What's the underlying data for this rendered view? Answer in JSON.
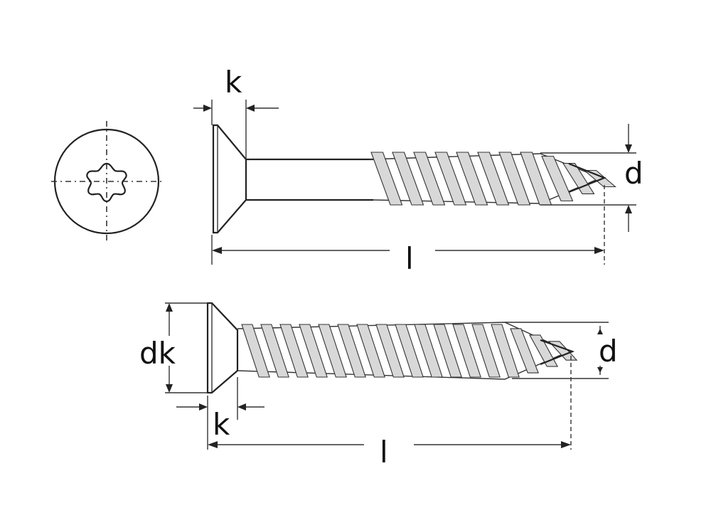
{
  "labels": {
    "k_top": "k",
    "d_top": "d",
    "l_top": "l",
    "dk_bottom": "dk",
    "d_bottom": "d",
    "k_bottom": "k",
    "l_bottom": "l"
  },
  "colors": {
    "line": "#222222",
    "background": "#ffffff",
    "thread_shade": "#d8d8d8"
  },
  "icons": {
    "head_drive": "torx-drive-icon"
  }
}
